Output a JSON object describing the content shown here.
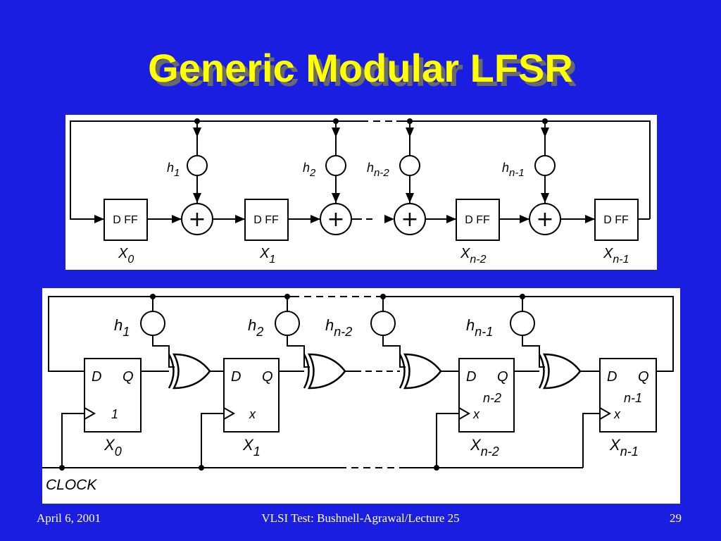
{
  "slide": {
    "title": "Generic Modular LFSR",
    "colors": {
      "background": "#1a1ee0",
      "title": "#ffff00",
      "title_shadow": "#6a6a6a",
      "footer_text": "#ffffff",
      "diagram_background": "#ffffff",
      "diagram_ink": "#000000"
    }
  },
  "diagram_top": {
    "register_label": "D FF",
    "tap_labels": [
      {
        "base": "h",
        "sub": "1"
      },
      {
        "base": "h",
        "sub": "2"
      },
      {
        "base": "h",
        "sub": "n-2"
      },
      {
        "base": "h",
        "sub": "n-1"
      }
    ],
    "output_labels": [
      {
        "base": "X",
        "sub": "0"
      },
      {
        "base": "X",
        "sub": "1"
      },
      {
        "base": "X",
        "sub": "n-2"
      },
      {
        "base": "X",
        "sub": "n-1"
      }
    ],
    "adder_symbol": "+"
  },
  "diagram_bottom": {
    "ff_d_label": "D",
    "ff_q_label": "Q",
    "ff_inner_labels": [
      "1",
      "x",
      "x",
      "x"
    ],
    "ff_inner_upper_labels": [
      "",
      "",
      "n-2",
      "n-1"
    ],
    "tap_labels": [
      {
        "base": "h",
        "sub": "1"
      },
      {
        "base": "h",
        "sub": "2"
      },
      {
        "base": "h",
        "sub": "n-2"
      },
      {
        "base": "h",
        "sub": "n-1"
      }
    ],
    "output_labels": [
      {
        "base": "X",
        "sub": "0"
      },
      {
        "base": "X",
        "sub": "1"
      },
      {
        "base": "X",
        "sub": "n-2"
      },
      {
        "base": "X",
        "sub": "n-1"
      }
    ],
    "clock_label": "CLOCK"
  },
  "footer": {
    "date": "April 6, 2001",
    "center": "VLSI Test: Bushnell-Agrawal/Lecture 25",
    "page": "29"
  }
}
